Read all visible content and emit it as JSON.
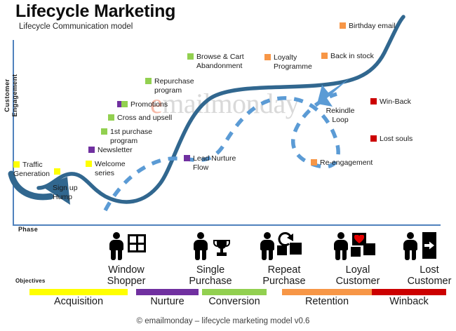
{
  "header": {
    "title": "Lifecycle Marketing",
    "subtitle": "Lifecycle Communication model"
  },
  "axes": {
    "y_label": "Customer Engagement",
    "x_label": "Phase",
    "objectives_label": "Objectives"
  },
  "watermark": {
    "first_letter": "e",
    "rest": "mailmonday"
  },
  "colors": {
    "yellow": "#FFFF00",
    "purple": "#7030A0",
    "green": "#92D050",
    "orange": "#F79646",
    "red": "#CC0000",
    "curve_blue": "#31678F",
    "dashed_blue": "#5B9BD5",
    "axis_blue": "#4F81BD",
    "heart_red": "#E60000"
  },
  "chart_data": {
    "type": "line",
    "title": "Lifecycle Marketing",
    "subtitle": "Lifecycle Communication model",
    "xlabel": "Phase",
    "ylabel": "Customer Engagement",
    "grid": false,
    "legend": "none",
    "series": [
      {
        "name": "Customer engagement journey",
        "style": "solid",
        "color": "#31678F",
        "description": "S-curve rising from sign-up hump through conversion plateau to loyal peak"
      },
      {
        "name": "Rekindle loop",
        "style": "dashed",
        "color": "#5B9BD5",
        "description": "Dashed win-back loop returning lapsed customers back to the main curve"
      }
    ],
    "phases": [
      "Window Shopper",
      "Single Purchase",
      "Repeat Purchase",
      "Loyal Customer",
      "Lost Customer"
    ],
    "objectives": [
      "Acquisition",
      "Nurture",
      "Conversion",
      "Retention",
      "Winback"
    ],
    "touchpoints": [
      {
        "label": "Traffic Generation",
        "color": "#FFFF00",
        "phase": "Window Shopper"
      },
      {
        "label": "Sign up Hump",
        "color": "#FFFF00",
        "phase": "Window Shopper"
      },
      {
        "label": "Welcome series",
        "color": "#FFFF00",
        "phase": "Single Purchase"
      },
      {
        "label": "Newsletter",
        "color": "#7030A0",
        "phase": "Single Purchase"
      },
      {
        "label": "1st purchase program",
        "color": "#92D050",
        "phase": "Single Purchase"
      },
      {
        "label": "Cross and upsell",
        "color": "#92D050",
        "phase": "Single Purchase"
      },
      {
        "label": "Promotions",
        "color": "#7030A0,#92D050",
        "phase": "Single Purchase"
      },
      {
        "label": "Repurchase program",
        "color": "#92D050",
        "phase": "Repeat Purchase"
      },
      {
        "label": "Browse  & Cart Abandonment",
        "color": "#92D050",
        "phase": "Repeat Purchase"
      },
      {
        "label": "Loyalty Programme",
        "color": "#F79646",
        "phase": "Loyal Customer"
      },
      {
        "label": "Back in stock",
        "color": "#F79646",
        "phase": "Loyal Customer"
      },
      {
        "label": "Birthday email",
        "color": "#F79646",
        "phase": "Loyal Customer"
      },
      {
        "label": "Lead Nurture Flow",
        "color": "#7030A0",
        "phase": "Nurture"
      },
      {
        "label": "Re-engagement",
        "color": "#F79646",
        "phase": "Winback"
      },
      {
        "label": "Win-Back",
        "color": "#CC0000",
        "phase": "Winback"
      },
      {
        "label": "Lost souls",
        "color": "#CC0000",
        "phase": "Winback"
      }
    ]
  },
  "annotations": [
    {
      "key": "traffic_generation",
      "line1": "Traffic",
      "line2": "Generation",
      "swatch": "#FFFF00"
    },
    {
      "key": "sign_up_hump",
      "line1": "Sign up",
      "line2": "Hump",
      "swatch": "#FFFF00"
    },
    {
      "key": "welcome_series",
      "line1": "Welcome",
      "line2": "series",
      "swatch": "#FFFF00"
    },
    {
      "key": "newsletter",
      "line1": "Newsletter",
      "line2": "",
      "swatch": "#7030A0"
    },
    {
      "key": "first_purchase_program",
      "line1": "1st purchase",
      "line2": "program",
      "swatch": "#92D050"
    },
    {
      "key": "cross_and_upsell",
      "line1": "Cross and upsell",
      "line2": "",
      "swatch": "#92D050"
    },
    {
      "key": "promotions",
      "line1": "Promotions",
      "line2": "",
      "swatch": "#92D050"
    },
    {
      "key": "repurchase_program",
      "line1": "Repurchase",
      "line2": "program",
      "swatch": "#92D050"
    },
    {
      "key": "browse_cart_abandonment",
      "line1": "Browse  & Cart",
      "line2": "Abandonment",
      "swatch": "#92D050"
    },
    {
      "key": "loyalty_programme",
      "line1": "Loyalty",
      "line2": "Programme",
      "swatch": "#F79646"
    },
    {
      "key": "back_in_stock",
      "line1": "Back in stock",
      "line2": "",
      "swatch": "#F79646"
    },
    {
      "key": "birthday_email",
      "line1": "Birthday email",
      "line2": "",
      "swatch": "#F79646"
    },
    {
      "key": "lead_nurture_flow",
      "line1": "Lead Nurture",
      "line2": "Flow",
      "swatch": "#7030A0"
    },
    {
      "key": "re_engagement",
      "line1": "Re-engagement",
      "line2": "",
      "swatch": "#F79646"
    },
    {
      "key": "win_back",
      "line1": "Win-Back",
      "line2": "",
      "swatch": "#CC0000"
    },
    {
      "key": "lost_souls",
      "line1": "Lost souls",
      "line2": "",
      "swatch": "#CC0000"
    }
  ],
  "labels": {
    "traffic_generation_l1": "Traffic",
    "traffic_generation_l2": "Generation",
    "sign_up_hump_l1": "Sign up",
    "sign_up_hump_l2": "Hump",
    "welcome_series_l1": "Welcome",
    "welcome_series_l2": "series",
    "newsletter": "Newsletter",
    "first_purchase_l1": "1st purchase",
    "first_purchase_l2": "program",
    "cross_and_upsell": "Cross and upsell",
    "promotions": "Promotions",
    "repurchase_l1": "Repurchase",
    "repurchase_l2": "program",
    "browse_cart_l1": "Browse  & Cart",
    "browse_cart_l2": "Abandonment",
    "loyalty_l1": "Loyalty",
    "loyalty_l2": "Programme",
    "back_in_stock": "Back in stock",
    "birthday_email": "Birthday email",
    "lead_nurture_l1": "Lead Nurture",
    "lead_nurture_l2": "Flow",
    "re_engagement": "Re-engagement",
    "win_back": "Win-Back",
    "lost_souls": "Lost souls",
    "rekindle_l1": "Rekindle",
    "rekindle_l2": "Loop"
  },
  "personas": [
    {
      "key": "window_shopper",
      "line1": "Window",
      "line2": "Shopper",
      "icon": "window-icon"
    },
    {
      "key": "single_purchase",
      "line1": "Single",
      "line2": "Purchase",
      "icon": "trophy-icon"
    },
    {
      "key": "repeat_purchase",
      "line1": "Repeat",
      "line2": "Purchase",
      "icon": "repeat-boxes-icon"
    },
    {
      "key": "loyal_customer",
      "line1": "Loyal",
      "line2": "Customer",
      "icon": "heart-boxes-icon"
    },
    {
      "key": "lost_customer",
      "line1": "Lost",
      "line2": "Customer",
      "icon": "exit-door-icon"
    }
  ],
  "objectives": [
    {
      "key": "acquisition",
      "label": "Acquisition",
      "color": "#FFFF00"
    },
    {
      "key": "nurture",
      "label": "Nurture",
      "color": "#7030A0"
    },
    {
      "key": "conversion",
      "label": "Conversion",
      "color": "#92D050"
    },
    {
      "key": "retention",
      "label": "Retention",
      "color": "#F79646"
    },
    {
      "key": "winback",
      "label": "Winback",
      "color": "#CC0000"
    }
  ],
  "footer": {
    "text": "© emailmonday – lifecycle marketing model v0.6"
  }
}
